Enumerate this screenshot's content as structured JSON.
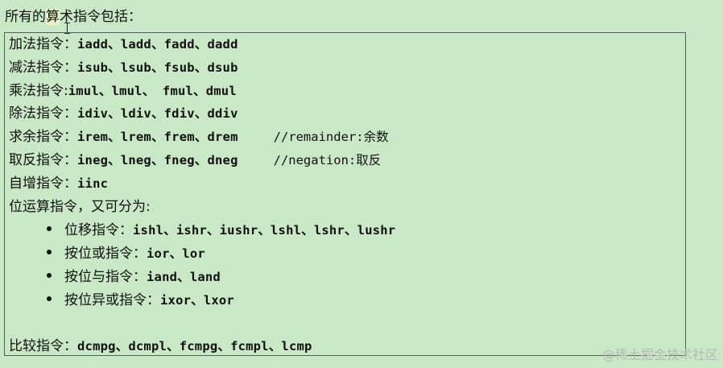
{
  "heading": {
    "part1": "所有的",
    "part2": "算",
    "part3": "术指令包括："
  },
  "rows": {
    "add": {
      "label": "加法指令：",
      "code": "iadd、ladd、fadd、dadd"
    },
    "sub": {
      "label": "减法指令：",
      "code": "isub、lsub、fsub、dsub"
    },
    "mul": {
      "label": "乘法指令:",
      "code": "imul、lmul、 fmul、dmul"
    },
    "div": {
      "label": "除法指令：",
      "code": "idiv、ldiv、fdiv、ddiv"
    },
    "rem": {
      "label": "求余指令：",
      "code": "irem、lrem、frem、drem",
      "comment": "//remainder:余数"
    },
    "neg": {
      "label": "取反指令：",
      "code": "ineg、lneg、fneg、dneg",
      "comment": "//negation:取反"
    },
    "inc": {
      "label": "自增指令：",
      "code": "iinc"
    },
    "bit": {
      "label": "位运算指令，又可分为:"
    },
    "cmp": {
      "label": "比较指令：",
      "code": "dcmpg、dcmpl、fcmpg、fcmpl、lcmp"
    }
  },
  "bullets": {
    "shift": {
      "label": "位移指令：",
      "code": "ishl、ishr、iushr、lshl、lshr、lushr"
    },
    "or": {
      "label": "按位或指令：",
      "code": "ior、lor"
    },
    "and": {
      "label": "按位与指令：",
      "code": "iand、land"
    },
    "xor": {
      "label": "按位异或指令：",
      "code": "ixor、lxor"
    }
  },
  "watermark": "@稀土掘金技术社区",
  "colors": {
    "background": "#c9e8c6",
    "highlight": "#eef5c8",
    "border": "#55605a",
    "watermark": "#b9b9b9"
  }
}
